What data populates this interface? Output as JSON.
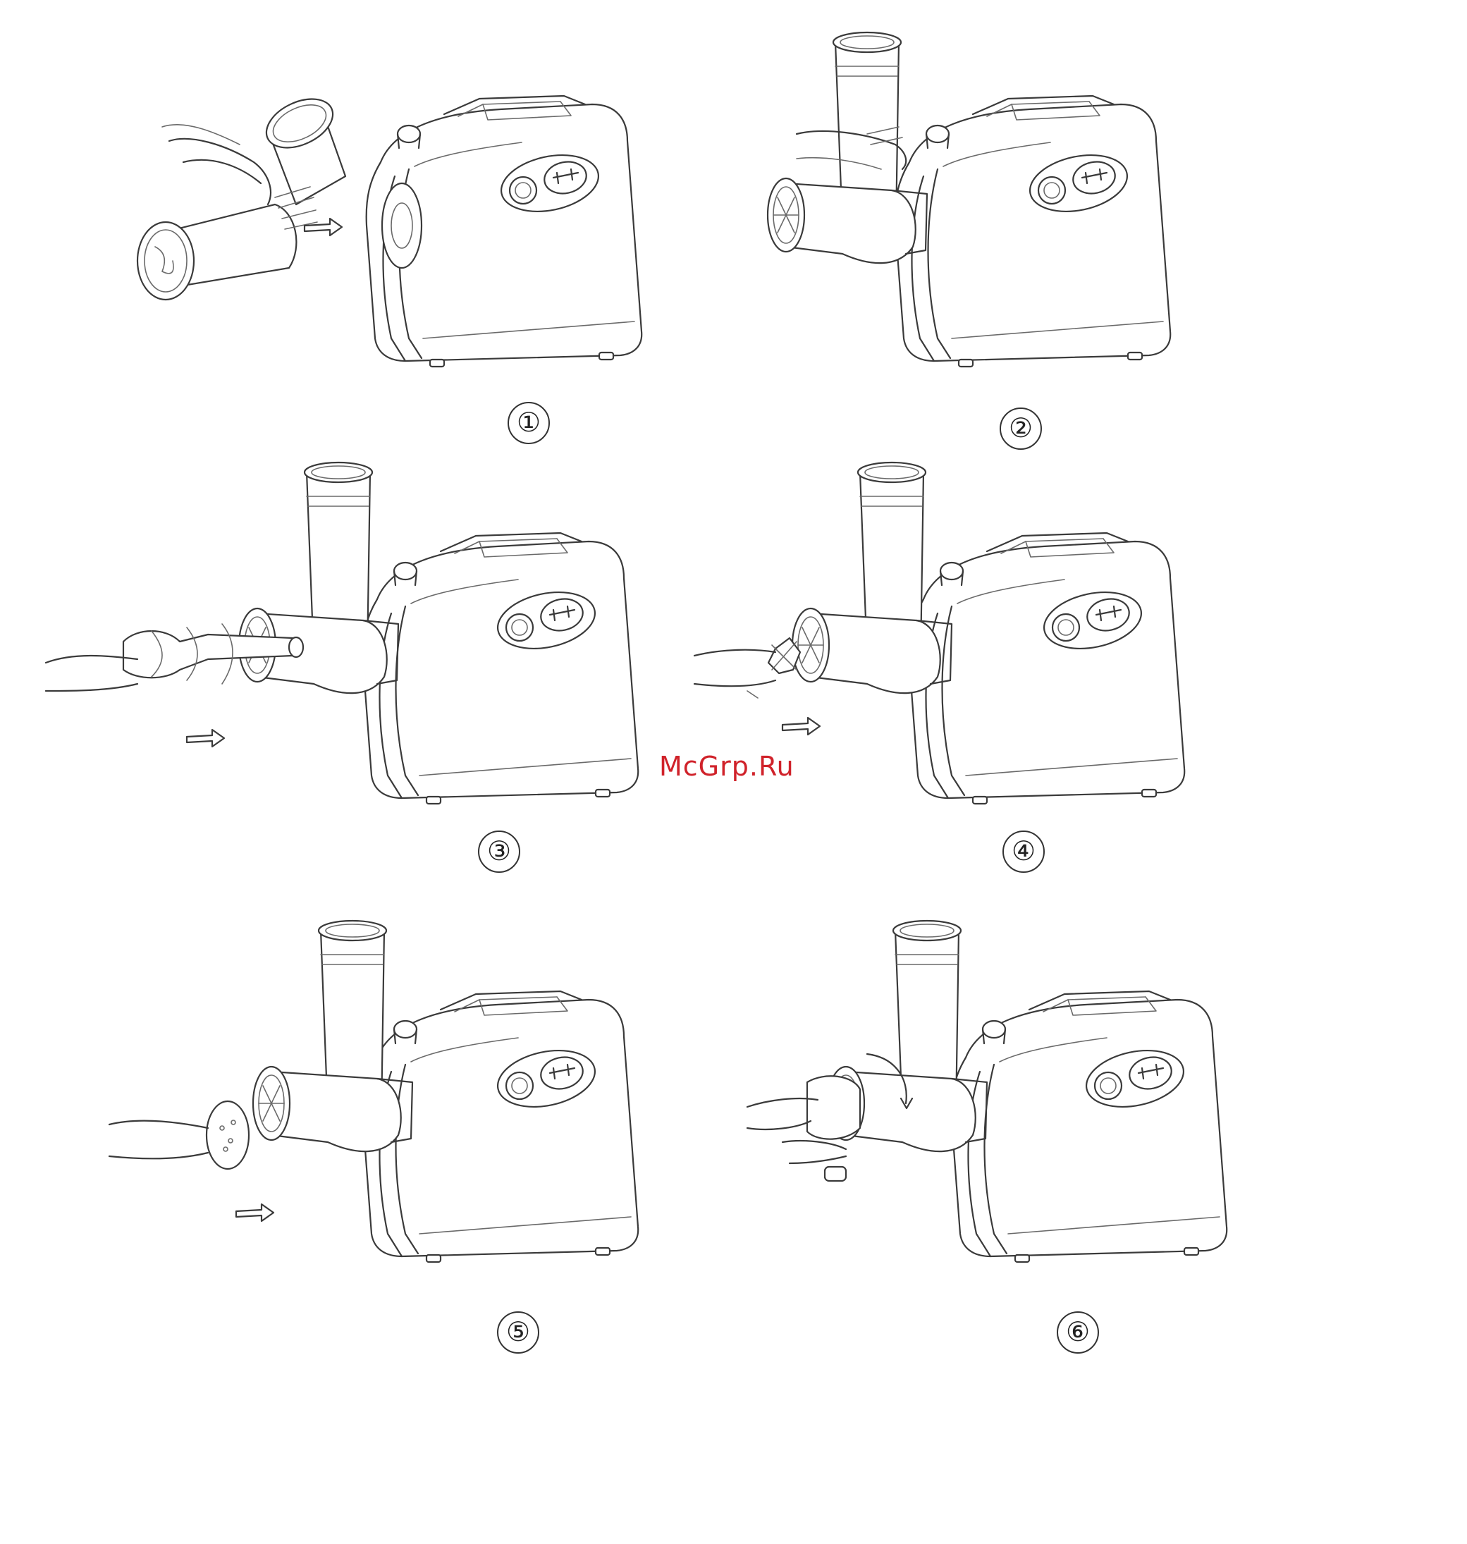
{
  "figure": {
    "steps": [
      {
        "label": "①",
        "part": "neck-and-feed-tube"
      },
      {
        "label": "②",
        "part": "feed-tube-attached"
      },
      {
        "label": "③",
        "part": "auger-screw"
      },
      {
        "label": "④",
        "part": "cutting-blade"
      },
      {
        "label": "⑤",
        "part": "mincing-plate"
      },
      {
        "label": "⑥",
        "part": "locking-ring"
      }
    ]
  },
  "watermark": "McGrp.Ru"
}
